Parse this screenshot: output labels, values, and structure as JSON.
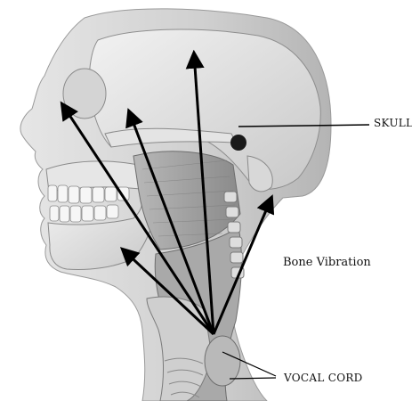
{
  "labels": {
    "skull": "SKULL",
    "bone_vibration": "Bone Vibration",
    "vocal_cord": "VOCAL CORD"
  },
  "colors": {
    "arrow": "#000000",
    "bone": "#dcdcdc",
    "skin": "#cfcfcf",
    "muscle": "#9a9a9a"
  }
}
